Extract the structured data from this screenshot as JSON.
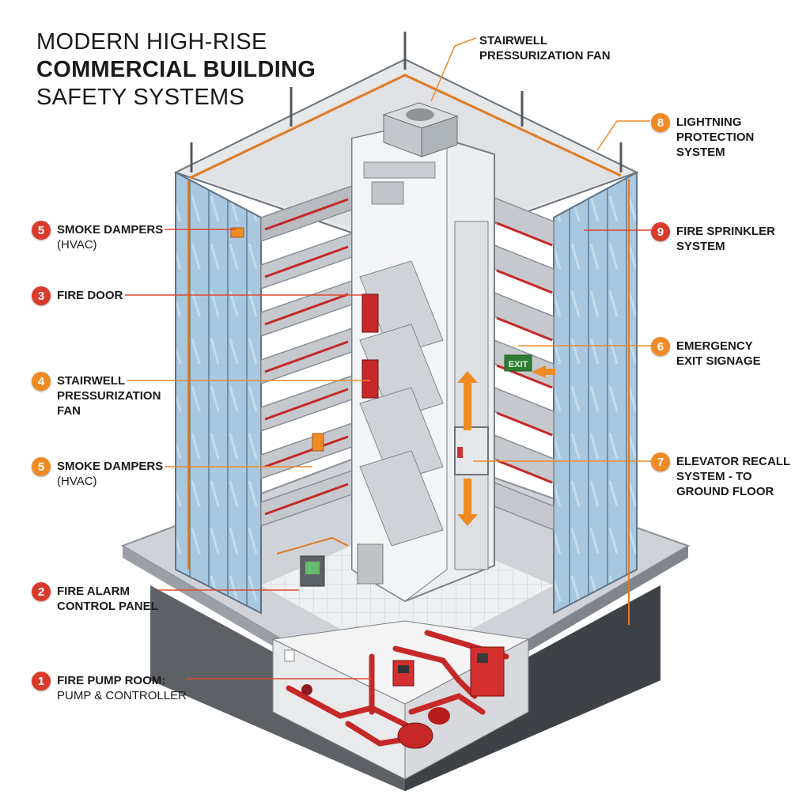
{
  "title": {
    "line1": "MODERN HIGH-RISE",
    "line2": "COMMERCIAL BUILDING",
    "line3": "SAFETY SYSTEMS"
  },
  "top_label": {
    "line1": "STAIRWELL",
    "line2": "PRESSURIZATION FAN"
  },
  "exit_sign": "EXIT",
  "callouts": [
    {
      "number": "5",
      "line1": "SMOKE DAMPERS",
      "line2": "(HVAC)"
    },
    {
      "number": "3",
      "line1": "FIRE DOOR"
    },
    {
      "number": "4",
      "line1": "STAIRWELL",
      "line2": "PRESSURIZATION",
      "line3": "FAN"
    },
    {
      "number": "5",
      "line1": "SMOKE DAMPERS",
      "line2": "(HVAC)"
    },
    {
      "number": "2",
      "line1": "FIRE ALARM",
      "line2": "CONTROL PANEL"
    },
    {
      "number": "1",
      "line1": "FIRE PUMP ROOM:",
      "line2": "PUMP & CONTROLLER"
    },
    {
      "number": "8",
      "line1": "LIGHTNING",
      "line2": "PROTECTION",
      "line3": "SYSTEM"
    },
    {
      "number": "9",
      "line1": "FIRE SPRINKLER",
      "line2": "SYSTEM"
    },
    {
      "number": "6",
      "line1": "EMERGENCY",
      "line2": "EXIT SIGNAGE"
    },
    {
      "number": "7",
      "line1": "ELEVATOR RECALL",
      "line2": "SYSTEM - TO",
      "line3": "GROUND FLOOR"
    }
  ],
  "colors": {
    "red_badge": "#d93a2b",
    "orange_badge": "#f08a24",
    "fire_red": "#d32f2f",
    "glass": "#9fc3dc",
    "leader_orange": "#f0892a"
  }
}
